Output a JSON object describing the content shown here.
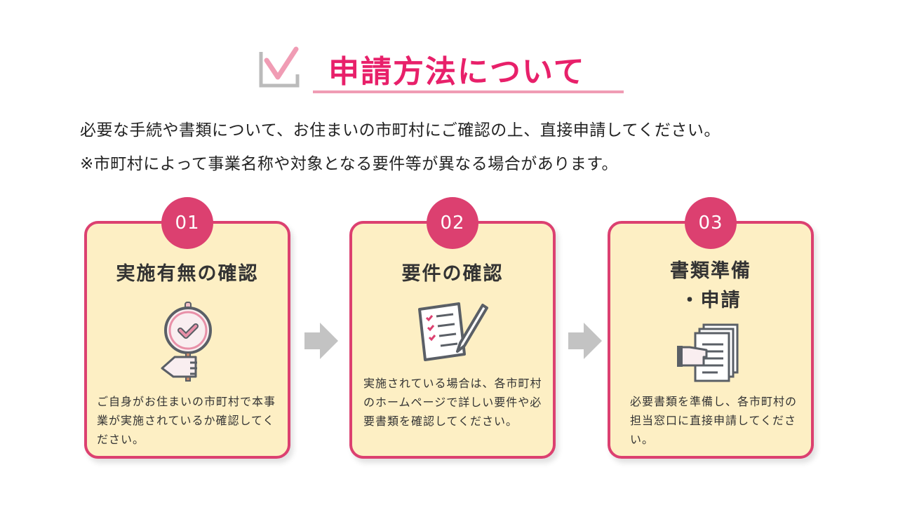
{
  "header": {
    "title": "申請方法について",
    "icon": "checkbox-icon"
  },
  "intro": {
    "line1": "必要な手続や書類について、お住まいの市町村にご確認の上、直接申請してください。",
    "line2": "※市町村によって事業名称や対象となる要件等が異なる場合があります。"
  },
  "steps": [
    {
      "number": "01",
      "title": "実施有無の確認",
      "icon": "magnifier-check-icon",
      "description": "ご自身がお住まいの市町村で本事業が実施されているか確認してください。"
    },
    {
      "number": "02",
      "title": "要件の確認",
      "icon": "checklist-pen-icon",
      "description": "実施されている場合は、各市町村のホームページで詳しい要件や必要書類を確認してください。"
    },
    {
      "number": "03",
      "title": "書類準備\n・申請",
      "title_line1": "書類準備",
      "title_line2": "・申請",
      "icon": "documents-hand-icon",
      "description": "必要書類を準備し、各市町村の担当窓口に直接申請してください。"
    }
  ],
  "colors": {
    "accent": "#e8206a",
    "card_border": "#dc4070",
    "card_fill": "#fdefc4"
  }
}
